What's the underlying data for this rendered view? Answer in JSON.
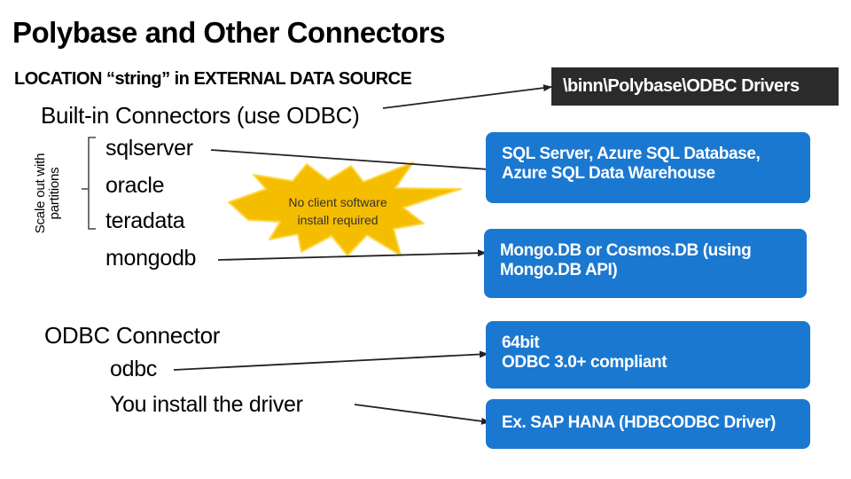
{
  "title": "Polybase and Other Connectors",
  "location_label": "LOCATION “string” in EXTERNAL DATA SOURCE",
  "driver_path": "\\binn\\Polybase\\ODBC Drivers",
  "builtin": {
    "heading": "Built-in Connectors (use ODBC)",
    "items": [
      "sqlserver",
      "oracle",
      "teradata",
      "mongodb"
    ],
    "scale_note": "Scale out with partitions"
  },
  "callout": "No client software install required",
  "odbc": {
    "heading": "ODBC Connector",
    "items": [
      "odbc",
      "You install the driver"
    ]
  },
  "boxes": [
    "SQL Server, Azure SQL Database, Azure SQL Data Warehouse",
    "Mongo.DB or Cosmos.DB (using Mongo.DB API)",
    "64bit\nODBC 3.0+ compliant",
    "Ex. SAP HANA (HDBCODBC Driver)"
  ],
  "colors": {
    "box_blue": "#1b78d0",
    "path_box": "#2b2b2b",
    "burst_fill": "#f5bd00",
    "burst_stroke": "#ffd84a"
  }
}
